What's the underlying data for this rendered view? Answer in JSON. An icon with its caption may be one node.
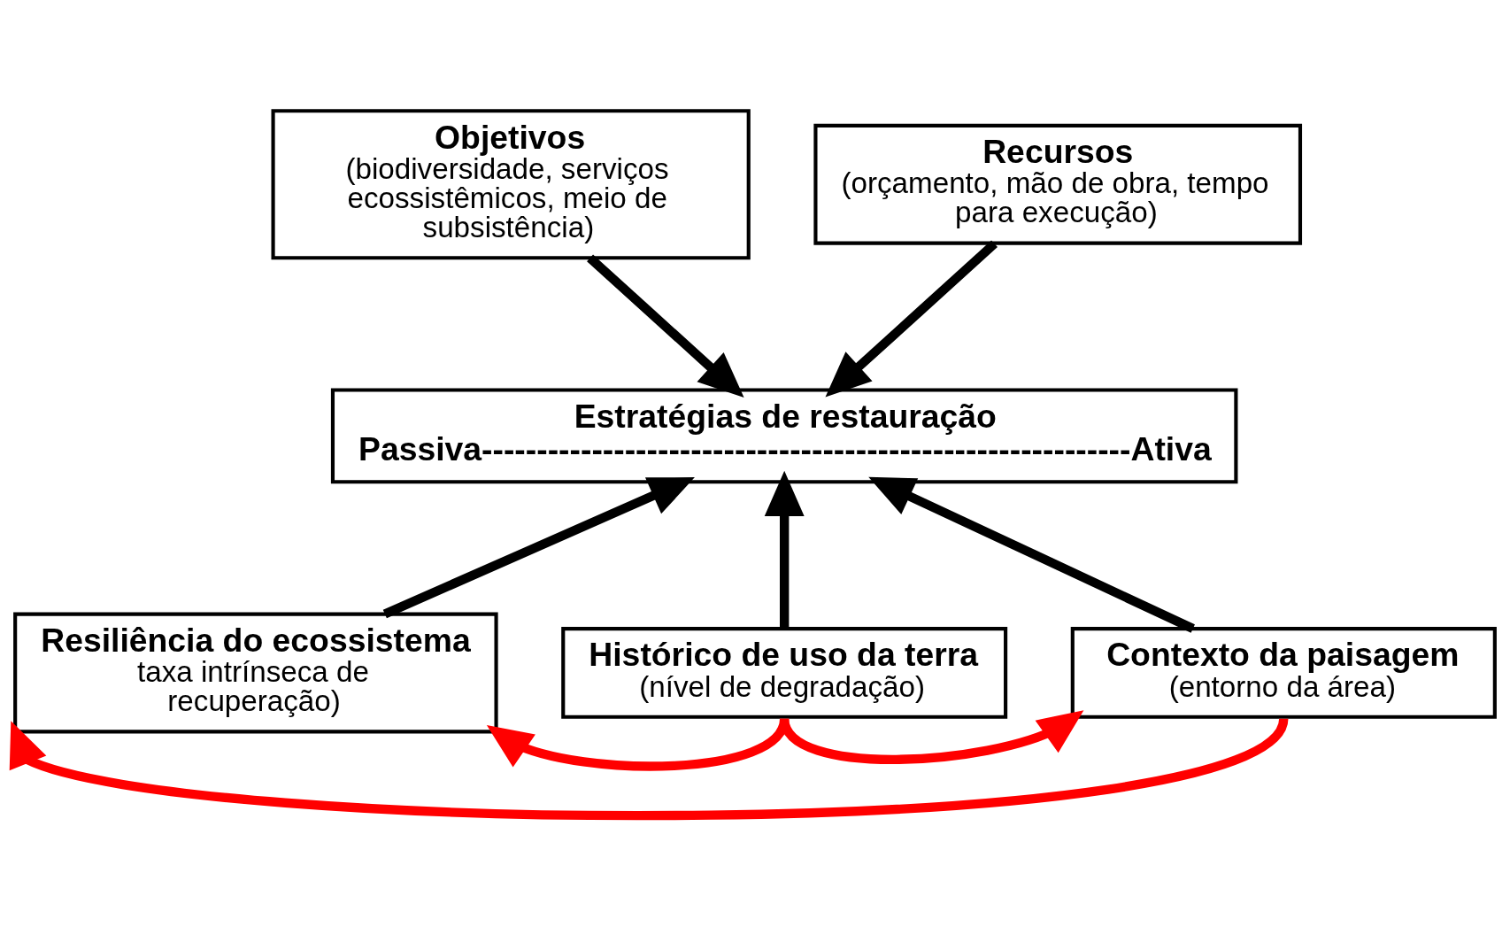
{
  "diagram": {
    "nodes": [
      {
        "text": [
          "Objetivos",
          "(biodiversidade, serviços ecossistêmicos, meio de subsistência)"
        ]
      },
      {
        "text": [
          "Recursos",
          "(orçamento, mão de obra, tempo para execução)"
        ]
      },
      {
        "text": [
          "Estratégias de restauração",
          "Passiva-----------------------------------------------------------Ativa"
        ]
      },
      {
        "text": [
          "Resiliência do ecossistema",
          "taxa intrínseca de recuperação)"
        ]
      },
      {
        "text": [
          "Histórico de uso da terra",
          "(nível de degradação)"
        ]
      },
      {
        "text": [
          "Contexto da paisagem",
          "(entorno da área)"
        ]
      }
    ],
    "edges": [
      {
        "from": 0,
        "to": 2,
        "arrow": "to"
      },
      {
        "from": 1,
        "to": 2,
        "arrow": "to"
      },
      {
        "from": 3,
        "to": 2,
        "arrow": "to"
      },
      {
        "from": 4,
        "to": 2,
        "arrow": "to"
      },
      {
        "from": 5,
        "to": 2,
        "arrow": "to"
      },
      {
        "from": 4,
        "to": 3,
        "arrow": "to",
        "color": "#ff0000"
      },
      {
        "from": 4,
        "to": 5,
        "arrow": "to",
        "color": "#ff0000"
      },
      {
        "from": 5,
        "to": 3,
        "arrow": "to",
        "color": "#ff0000"
      }
    ]
  }
}
